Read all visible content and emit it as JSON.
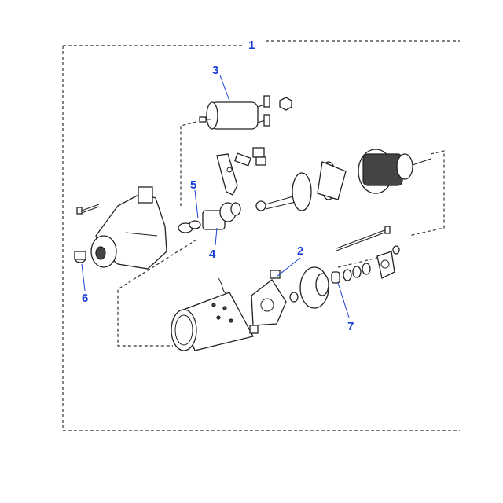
{
  "diagram": {
    "callouts": [
      "1",
      "2",
      "3",
      "4",
      "5",
      "6",
      "7"
    ],
    "colors": {
      "callout": "#1a3fd6",
      "lines": "#222222",
      "background": "#ffffff"
    }
  }
}
